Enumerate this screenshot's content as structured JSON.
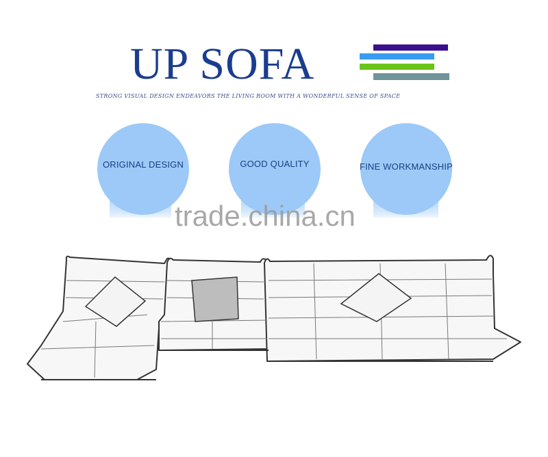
{
  "brand": {
    "title": "UP SOFA",
    "tagline": "STRONG VISUAL DESIGN ENDEAVORS THE LIVING ROOM WITH A WONDERFUL SENSE OF SPACE",
    "logo_icon": "stacked-bars-icon",
    "colors": {
      "title": "#1b3d8f",
      "bar_purple": "#3a108f",
      "bar_blue": "#3a9cf0",
      "bar_green": "#6ac41a",
      "bar_gray": "#6f949a",
      "badge": "#9cc9f7",
      "badge_text": "#1a3e83"
    }
  },
  "features": [
    {
      "label": "ORIGINAL DESIGN"
    },
    {
      "label": "GOOD QUALITY"
    },
    {
      "label": "FINE WORKMANSHIP"
    }
  ],
  "watermark": "trade.china.cn",
  "product_image": {
    "description": "Pencil sketch of modular L-shaped sectional sofa with three pillows"
  }
}
